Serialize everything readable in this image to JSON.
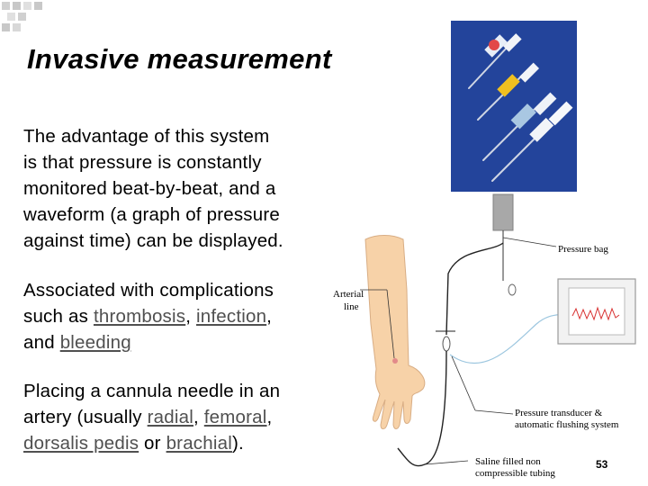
{
  "title": "Invasive measurement",
  "paragraphs": {
    "p1": [
      "The  advantage of this system",
      "is that pressure is constantly",
      "monitored beat-by-beat, and a",
      "waveform (a graph of pressure",
      "against time) can be displayed."
    ],
    "p2": {
      "line1": "Associated with complications",
      "pre": "such as ",
      "link1": "thrombosis",
      "sep1": ", ",
      "link2": "infection",
      "sep2": ",",
      "pre3": "and ",
      "link3": "bleeding"
    },
    "p3": {
      "line1": "Placing a cannula needle in an",
      "pre2": "artery (usually ",
      "link1": "radial",
      "sep1": ", ",
      "link2": "femoral",
      "sep2": ",",
      "link3": "dorsalis pedis",
      "mid": " or ",
      "link4": "brachial",
      "end": ")."
    }
  },
  "diagram_labels": {
    "pressure_bag": "Pressure bag",
    "arterial": "Arterial",
    "line": "line",
    "transducer1": "Pressure transducer &",
    "transducer2": "automatic flushing system",
    "tubing1": "Saline filled non",
    "tubing2": "compressible tubing"
  },
  "page_number": "53",
  "colors": {
    "photo_bg": "#23449b",
    "skin": "#f7d2a8",
    "waveform": "#d83030",
    "tubing": "#9cc6df",
    "link": "#505050"
  }
}
